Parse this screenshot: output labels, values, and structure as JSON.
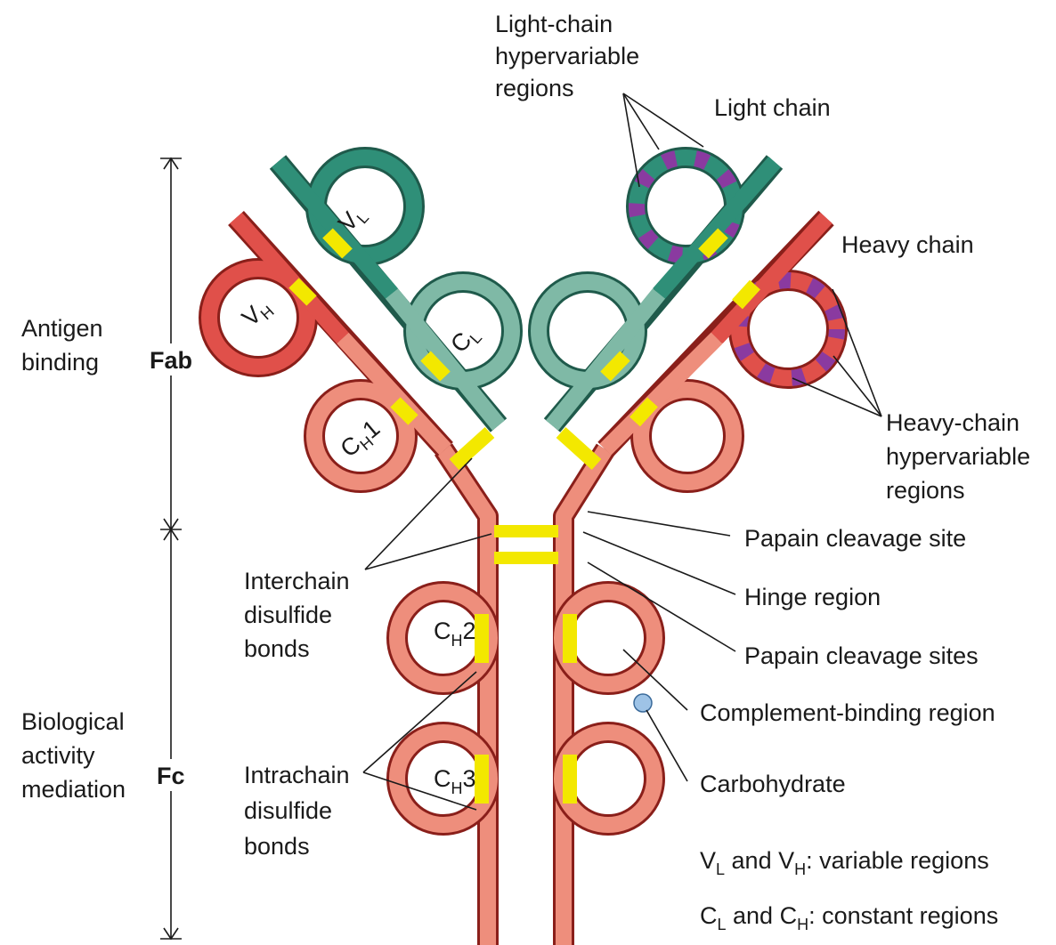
{
  "labels": {
    "light_hv_1": "Light-chain",
    "light_hv_2": "hypervariable",
    "light_hv_3": "regions",
    "light_chain": "Light chain",
    "heavy_chain": "Heavy chain",
    "heavy_hv_1": "Heavy-chain",
    "heavy_hv_2": "hypervariable",
    "heavy_hv_3": "regions",
    "papain_site": "Papain cleavage site",
    "hinge": "Hinge region",
    "papain_sites": "Papain cleavage sites",
    "complement": "Complement-binding region",
    "carbohydrate": "Carbohydrate",
    "antigen_1": "Antigen",
    "antigen_2": "binding",
    "fab": "Fab",
    "fc": "Fc",
    "bio_1": "Biological",
    "bio_2": "activity",
    "bio_3": "mediation",
    "interchain_1": "Interchain",
    "interchain_2": "disulfide",
    "interchain_3": "bonds",
    "intrachain_1": "Intrachain",
    "intrachain_2": "disulfide",
    "intrachain_3": "bonds",
    "domain_vl": "V",
    "domain_vl_sub": "L",
    "domain_cl": "C",
    "domain_cl_sub": "L",
    "domain_vh": "V",
    "domain_vh_sub": "H",
    "domain_ch1": "C",
    "domain_ch1_sub": "H",
    "domain_ch1_num": "1",
    "domain_ch2": "C",
    "domain_ch2_sub": "H",
    "domain_ch2_num": "2",
    "domain_ch3": "C",
    "domain_ch3_sub": "H",
    "domain_ch3_num": "3",
    "legend_v_a": "V",
    "legend_v_a_sub": "L",
    "legend_v_mid": " and V",
    "legend_v_b_sub": "H",
    "legend_v_end": ": variable regions",
    "legend_c_a": "C",
    "legend_c_a_sub": "L",
    "legend_c_mid": " and C",
    "legend_c_b_sub": "H",
    "legend_c_end": ": constant regions"
  },
  "colors": {
    "light_chain_variable": "#2f8f78",
    "light_chain_constant": "#7fb9a6",
    "heavy_chain_variable": "#e0504a",
    "heavy_chain_constant": "#ee8e7c",
    "disulfide": "#f3e800",
    "hypervariable": "#8a3aa0",
    "carbohydrate": "#9ec3e6",
    "outline": "#8a1f1a"
  }
}
